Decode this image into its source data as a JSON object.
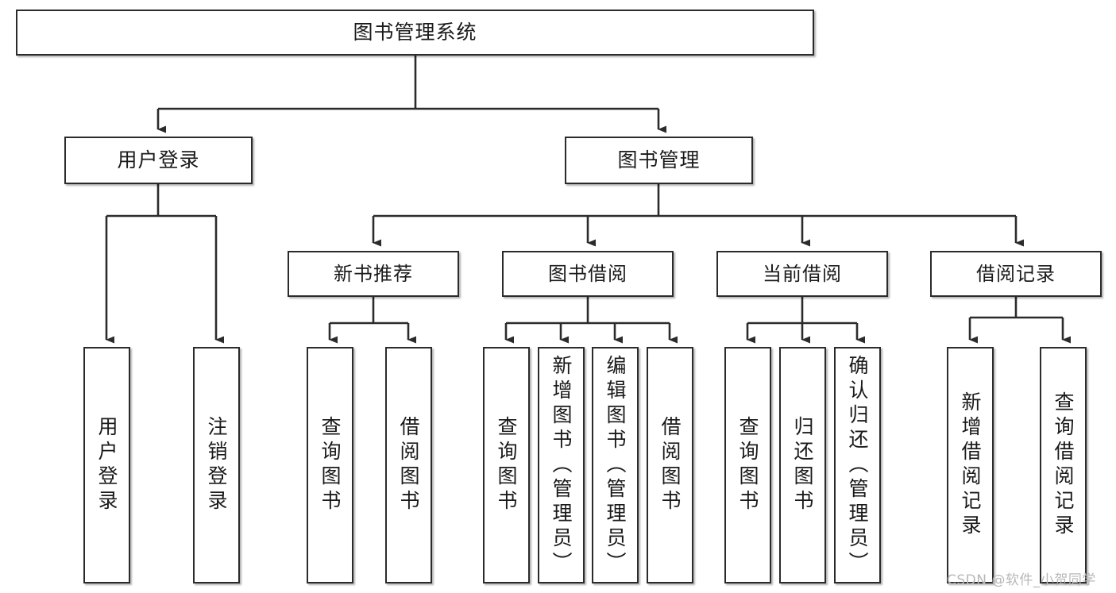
{
  "diagram": {
    "title": "图书管理系统",
    "type": "tree-hierarchy",
    "watermark": "CSDN @软件_小贺同学",
    "colors": {
      "box_border": "#2b2b2b",
      "box_fill": "#ffffff",
      "connector": "#2b2b2b",
      "text": "#1a1a1a",
      "watermark": "#b8b8b8",
      "background": "#ffffff"
    },
    "nodes": {
      "root": {
        "label": "图书管理系统"
      },
      "level1": [
        {
          "id": "user-login",
          "label": "用户登录"
        },
        {
          "id": "book-manage",
          "label": "图书管理"
        }
      ],
      "level2": [
        {
          "id": "new-book-recommend",
          "label": "新书推荐"
        },
        {
          "id": "book-borrow",
          "label": "图书借阅"
        },
        {
          "id": "current-borrow",
          "label": "当前借阅"
        },
        {
          "id": "borrow-record",
          "label": "借阅记录"
        }
      ],
      "leaves": {
        "user_login": [
          {
            "id": "leaf-user-login",
            "label": "用户登录"
          },
          {
            "id": "leaf-logout-login",
            "label": "注销登录"
          }
        ],
        "new_book_recommend": [
          {
            "id": "leaf-query-book-1",
            "label": "查询图书"
          },
          {
            "id": "leaf-borrow-book-1",
            "label": "借阅图书"
          }
        ],
        "book_borrow": [
          {
            "id": "leaf-query-book-2",
            "label": "查询图书"
          },
          {
            "id": "leaf-add-book",
            "label": "新增图书（管理员）"
          },
          {
            "id": "leaf-edit-book",
            "label": "编辑图书（管理员）"
          },
          {
            "id": "leaf-borrow-book-2",
            "label": "借阅图书"
          }
        ],
        "current_borrow": [
          {
            "id": "leaf-query-book-3",
            "label": "查询图书"
          },
          {
            "id": "leaf-return-book",
            "label": "归还图书"
          },
          {
            "id": "leaf-confirm-return",
            "label": "确认归还（管理员）"
          }
        ],
        "borrow_record": [
          {
            "id": "leaf-add-record",
            "label": "新增借阅记录"
          },
          {
            "id": "leaf-query-record",
            "label": "查询借阅记录"
          }
        ]
      }
    }
  }
}
